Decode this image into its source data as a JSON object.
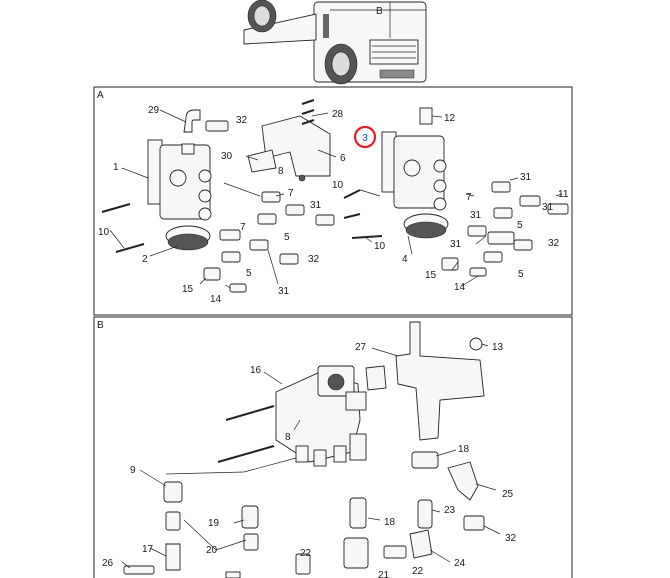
{
  "truck": {
    "label": "B"
  },
  "panelA": {
    "label": "A",
    "callouts": {
      "c1": "1",
      "c2": "2",
      "c3": "3",
      "c4": "4",
      "c5a": "5",
      "c5b": "5",
      "c5c": "5",
      "c5d": "5",
      "c6": "6",
      "c7a": "7",
      "c7b": "7",
      "c7c": "7",
      "c8": "8",
      "c10a": "10",
      "c10b": "10",
      "c10c": "10",
      "c11": "11",
      "c12": "12",
      "c14a": "14",
      "c14b": "14",
      "c15a": "15",
      "c15b": "15",
      "c28": "28",
      "c29": "29",
      "c30": "30",
      "c31a": "31",
      "c31b": "31",
      "c31c": "31",
      "c31d": "31",
      "c31e": "31",
      "c31f": "31",
      "c32a": "32",
      "c32b": "32",
      "c32c": "32"
    },
    "highlight": {
      "label": "3",
      "color": "#e0202a"
    }
  },
  "panelB": {
    "label": "B",
    "callouts": {
      "c8": "8",
      "c9": "9",
      "c13": "13",
      "c16": "16",
      "c17": "17",
      "c18a": "18",
      "c18b": "18",
      "c19": "19",
      "c20": "20",
      "c21": "21",
      "c22a": "22",
      "c22b": "22",
      "c23": "23",
      "c24": "24",
      "c25": "25",
      "c26": "26",
      "c27": "27",
      "c32": "32"
    }
  }
}
